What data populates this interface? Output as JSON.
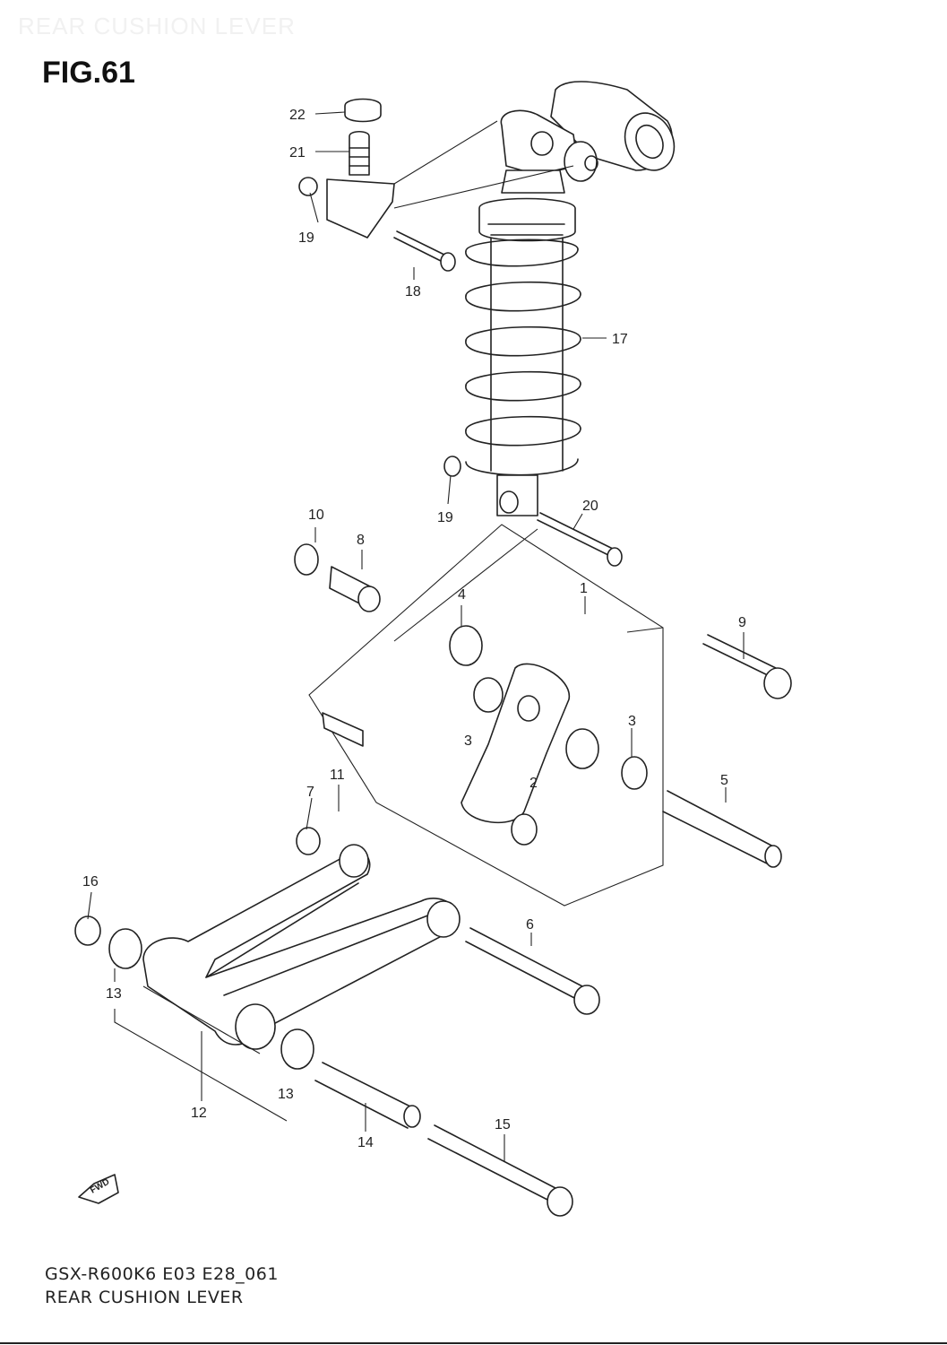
{
  "header_faint": "REAR CUSHION LEVER",
  "figure_title": "FIG.61",
  "footer": {
    "line1": "GSX-R600K6 E03 E28_061",
    "line2": "REAR CUSHION LEVER"
  },
  "fwd_label": "FWD",
  "callouts": {
    "c1": "1",
    "c2": "2",
    "c3a": "3",
    "c3b": "3",
    "c4": "4",
    "c5": "5",
    "c6": "6",
    "c7": "7",
    "c8": "8",
    "c9": "9",
    "c10": "10",
    "c11": "11",
    "c12": "12",
    "c13a": "13",
    "c13b": "13",
    "c14": "14",
    "c15": "15",
    "c16": "16",
    "c17": "17",
    "c18": "18",
    "c19a": "19",
    "c19b": "19",
    "c20": "20",
    "c21": "21",
    "c22": "22"
  }
}
